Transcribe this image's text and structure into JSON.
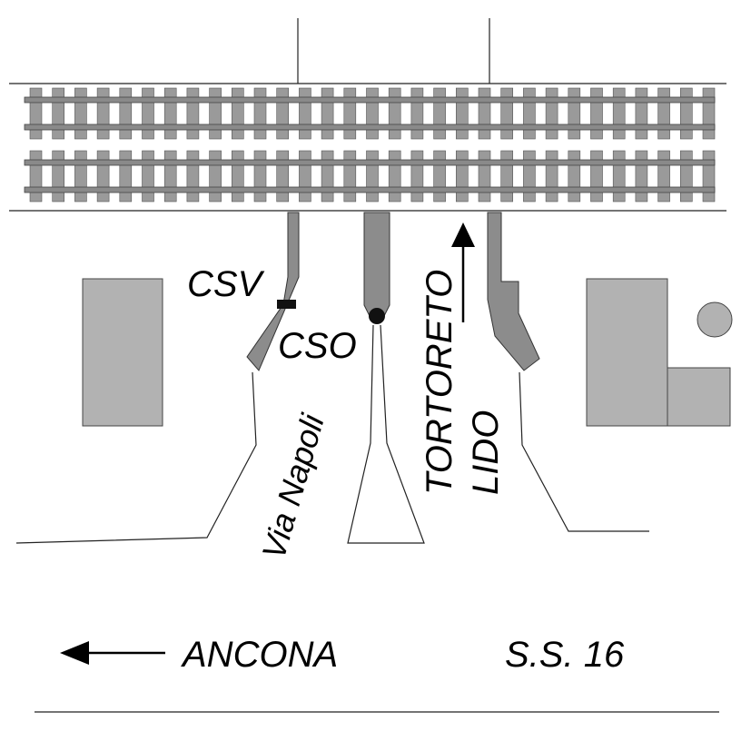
{
  "labels": {
    "csv": "CSV",
    "cso": "CSO",
    "via_napoli": "Via Napoli",
    "tortoreto": "TORTORETO",
    "lido": "LIDO",
    "ancona": "ANCONA",
    "ss16": "S.S. 16"
  },
  "icons": {
    "north_arrow": "arrow-up-icon",
    "ancona_arrow": "arrow-left-icon"
  },
  "colors": {
    "island_fill": "#8c8c8c",
    "building_fill": "#b2b2b2",
    "rail": "#8a8a8a",
    "sleeper": "#9a9a9a"
  }
}
